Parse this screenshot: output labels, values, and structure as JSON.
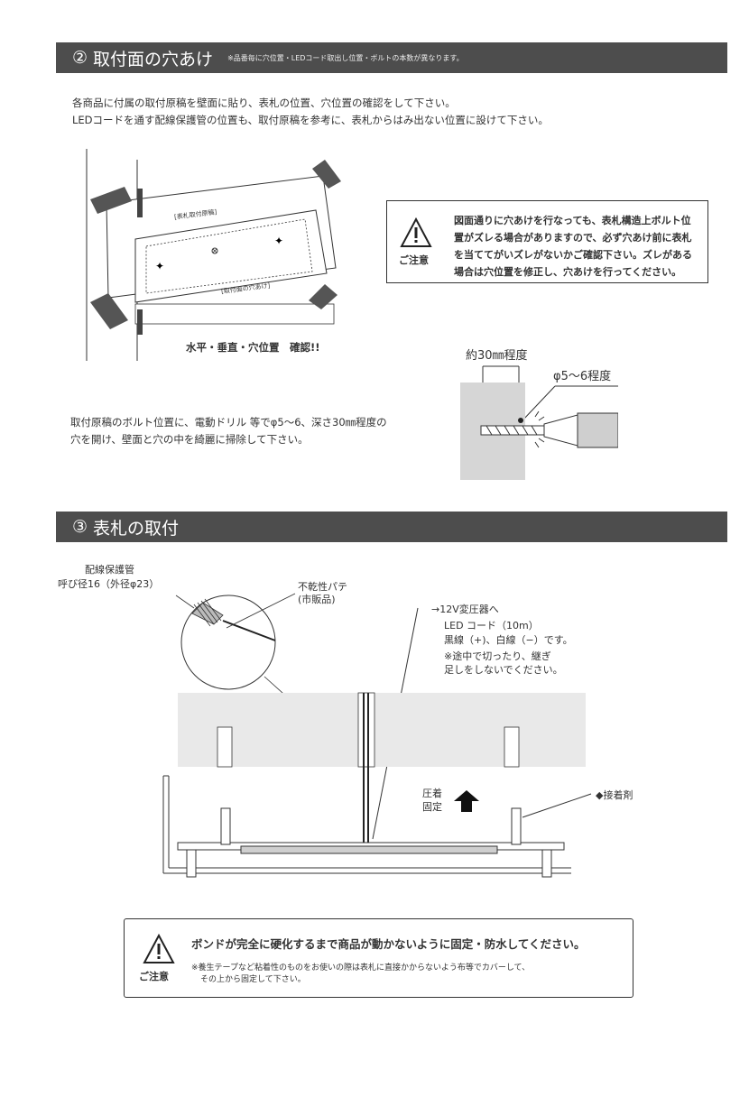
{
  "section2": {
    "number": "②",
    "title": "取付面の穴あけ",
    "note": "※品番毎に穴位置・LEDコード取出し位置・ボルトの本数が異なります。",
    "intro_line1": "各商品に付属の取付原稿を壁面に貼り、表札の位置、穴位置の確認をして下さい。",
    "intro_line2": "LEDコードを通す配線保護管の位置も、取付原稿を参考に、表札からはみ出ない位置に設けて下さい。",
    "template_label_top": "[表札取付原稿]",
    "template_label_bottom": "[取付面の穴あけ]",
    "check_caption": "水平・垂直・穴位置　確認!!",
    "caution_label": "ご注意",
    "caution_text_1": "図面通りに穴あけを行なっても、表札構造上ボルト位",
    "caution_text_2": "置がズレる場合がありますので、必ず穴あけ前に表札",
    "caution_text_3": "を当ててがいズレがないかご確認下さい。ズレがある",
    "caution_text_4": "場合は穴位置を修正し、穴あけを行ってください。",
    "drill_text_1": "取付原稿のボルト位置に、電動ドリル 等でφ5〜6、深さ30㎜程度の",
    "drill_text_2": "穴を開け、壁面と穴の中を綺麗に掃除して下さい。",
    "depth_label": "約30㎜程度",
    "diameter_label": "φ5〜6程度"
  },
  "section3": {
    "number": "③",
    "title": "表札の取付",
    "pipe_label_1": "配線保護管",
    "pipe_label_2": "呼び径16（外径φ23）",
    "putty_label_1": "不乾性パテ",
    "putty_label_2": "(市販品)",
    "transformer_1": "→12V変圧器へ",
    "transformer_2": "LED コード（10m）",
    "transformer_3": "黒線（+)、白線（−）です。",
    "transformer_4": "※途中で切ったり、継ぎ",
    "transformer_5": "足しをしないでください。",
    "press_1": "圧着",
    "press_2": "固定",
    "adhesive": "◆接着剤",
    "caution_label": "ご注意",
    "caution_main": "ボンドが完全に硬化するまで商品が動かないように固定・防水してください。",
    "caution_sub_1": "※養生テープなど粘着性のものをお使いの際は表札に直接かからないよう布等でカバーして、",
    "caution_sub_2": "その上から固定して下さい。"
  }
}
